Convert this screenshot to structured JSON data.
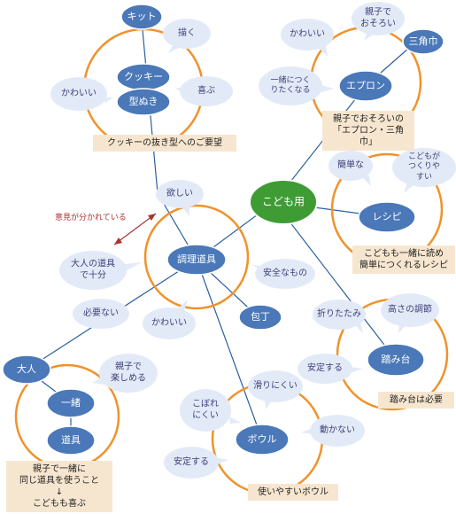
{
  "colors": {
    "lines": "#2b5f9e",
    "rings": "#f0922a",
    "node_fill": "#4a78b8",
    "center_fill": "#3f9c35",
    "bubble_fill": "#e3eaf7",
    "note_fill": "#f7e6cf",
    "annotation": "#b03030"
  },
  "center": {
    "label": "こども用"
  },
  "nodes": {
    "kit": "キット",
    "cookie": "クッキー",
    "katanuki": "型ぬき",
    "apron": "エプロン",
    "sankakukin": "三角巾",
    "recipe": "レシピ",
    "choridogu": "調理道具",
    "houchou": "包丁",
    "fumidai": "踏み台",
    "bowl": "ボウル",
    "issho": "一緒",
    "dougu": "道具",
    "otona": "大人"
  },
  "bubbles": {
    "kaku": "描く",
    "kawaii_cookie": "かわいい",
    "yorokobu": "喜ぶ",
    "kawaii_apron": "かわいい",
    "oyako_osoroi": "親子で\nおそろい",
    "issho_tsukuri": "一緒につく\nりたくなる",
    "kantan": "簡単な",
    "kodomo_tsukuri": "こどもが\nつくりやすい",
    "hoshii": "欲しい",
    "otona_dougu": "大人の道具\nで十分",
    "anzen": "安全なもの",
    "hitsuyou_nai": "必要ない",
    "kawaii_dougu": "かわいい",
    "oritatami": "折りたたみ",
    "takasa": "高さの調節",
    "antei_fumidai": "安定する",
    "suberi": "滑りにくい",
    "kobore": "こぼれ\nにくい",
    "ugokanai": "動かない",
    "antei_bowl": "安定する",
    "oyako_tanoshimeru": "親子で\n楽しめる"
  },
  "notes": {
    "cookie": "クッキーの抜き型へのご要望",
    "apron": "親子でおそろいの\n「エプロン・三角巾」",
    "recipe": "こどもも一緒に読め\n簡単につくれるレシピ",
    "fumidai": "踏み台は必要",
    "bowl": "使いやすいボウル",
    "dougu": "親子で一緒に\n同じ道具を使うこと\n↓\nこどもも喜ぶ"
  },
  "annotation": {
    "text": "意見が分かれている"
  }
}
